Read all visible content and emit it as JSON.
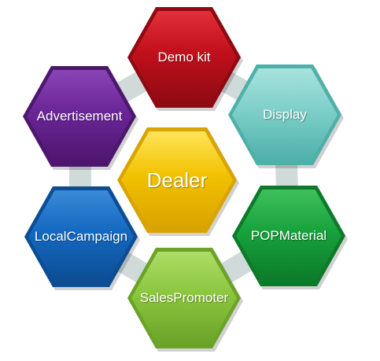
{
  "center": {
    "label": "Dealer",
    "color": "#f2c200",
    "color_dark": "#d9a300",
    "color_light": "#ffe45a"
  },
  "nodes": [
    {
      "id": "demo-kit",
      "lines": [
        "Demo kit"
      ],
      "color": "#c0101c",
      "color_dark": "#8f0a12",
      "color_light": "#e2303a"
    },
    {
      "id": "display",
      "lines": [
        "Display"
      ],
      "color": "#7ecfc9",
      "color_dark": "#4fb0aa",
      "color_light": "#a8e2de"
    },
    {
      "id": "pop-material",
      "lines": [
        "POP",
        "Material"
      ],
      "color": "#17a23c",
      "color_dark": "#0d7a2a",
      "color_light": "#3fc05c"
    },
    {
      "id": "sales-promoter",
      "lines": [
        "Sales",
        "Promoter"
      ],
      "color": "#8cc63e",
      "color_dark": "#6aa328",
      "color_light": "#aedb66"
    },
    {
      "id": "local-campaign",
      "lines": [
        "Local",
        "Campaign"
      ],
      "color": "#1468c0",
      "color_dark": "#0c4d93",
      "color_light": "#3a8ad8"
    },
    {
      "id": "advertisement",
      "lines": [
        "Advertise",
        "ment"
      ],
      "color": "#6a2596",
      "color_dark": "#4d166f",
      "color_light": "#8a44b6"
    }
  ]
}
